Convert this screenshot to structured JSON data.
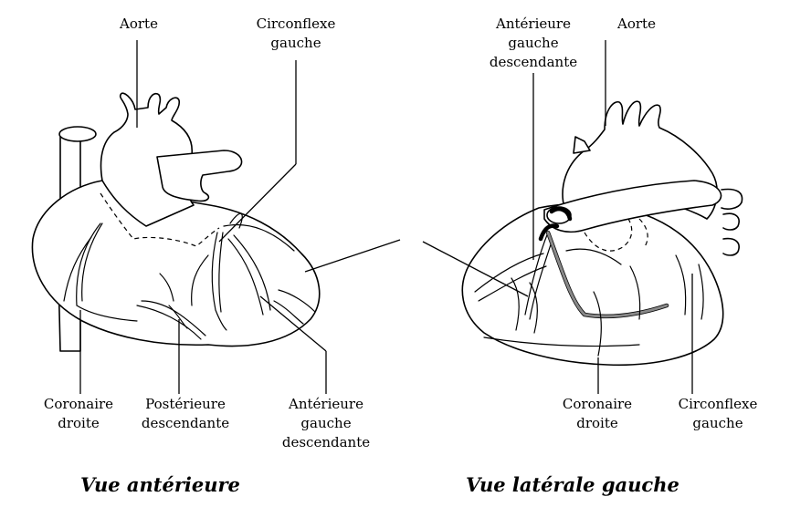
{
  "anterior_view": {
    "caption": "Vue antérieure",
    "labels": {
      "aorte": "Aorte",
      "circonflexe": [
        "Circonflexe",
        "gauche"
      ],
      "coronaire": [
        "Coronaire",
        "droite"
      ],
      "posterieure": [
        "Postérieure",
        "descendante"
      ],
      "anterieure": [
        "Antérieure",
        "gauche",
        "descendante"
      ]
    }
  },
  "lateral_view": {
    "caption": "Vue latérale gauche",
    "labels": {
      "anterieure": [
        "Antérieure",
        "gauche",
        "descendante"
      ],
      "aorte": "Aorte",
      "coronaire": [
        "Coronaire",
        "droite"
      ],
      "circonflexe": [
        "Circonflexe",
        "gauche"
      ]
    }
  }
}
